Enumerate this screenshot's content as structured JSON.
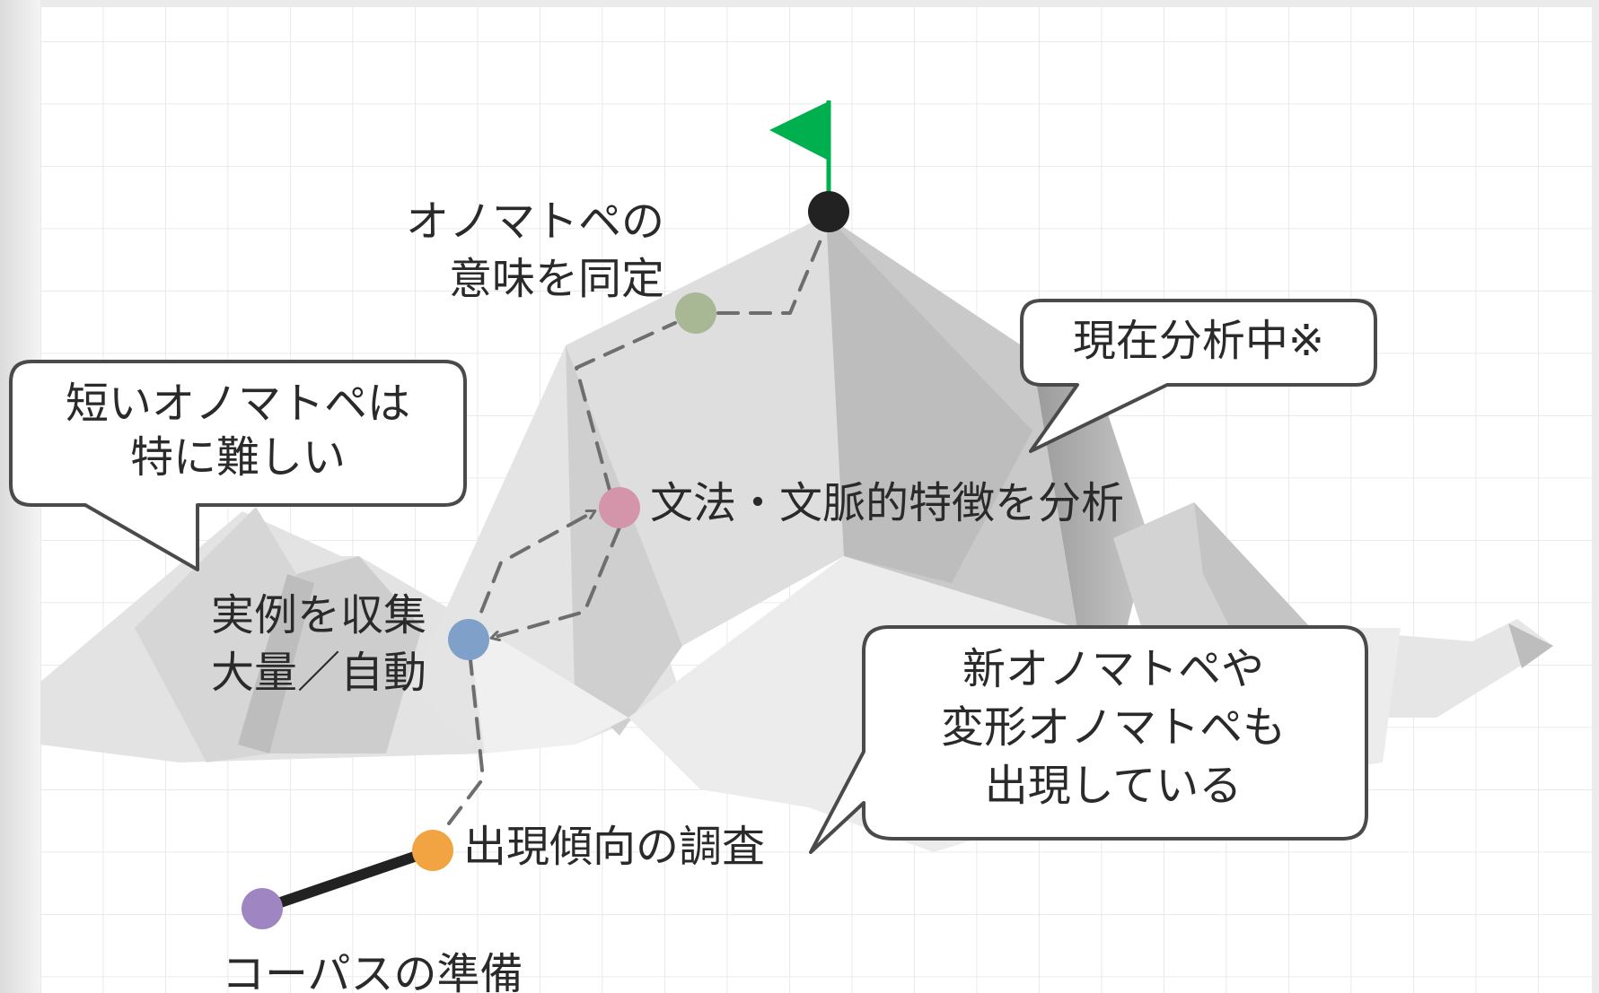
{
  "colors": {
    "background": "#ffffff",
    "grid_line": "#e4e4e4",
    "outer_frame": "#e8e8e8",
    "flag": "#00b04f",
    "path_dash": "#6e6e6e",
    "path_solid": "#222222",
    "bubble_border": "#4a4a4a",
    "node_summit": "#222222",
    "node_meaning": "#a8b894",
    "node_grammar": "#d495ab",
    "node_collect": "#7fa0c8",
    "node_survey": "#f2a443",
    "node_corpus": "#9f86c2"
  },
  "icons": {
    "summit_flag": "flag-icon"
  },
  "stages": {
    "corpus": "コーパスの準備",
    "survey": "出現傾向の調査",
    "collect": [
      "実例を収集",
      "大量／自動"
    ],
    "grammar": "文法・文脈的特徴を分析",
    "meaning": [
      "オノマトペの",
      "意味を同定"
    ]
  },
  "callouts": {
    "short_onomatopoeia": [
      "短いオノマトペは",
      "特に難しい"
    ],
    "in_progress": [
      "現在分析中※"
    ],
    "new_forms": [
      "新オノマトペや",
      "変形オノマトペも",
      "出現している"
    ]
  }
}
